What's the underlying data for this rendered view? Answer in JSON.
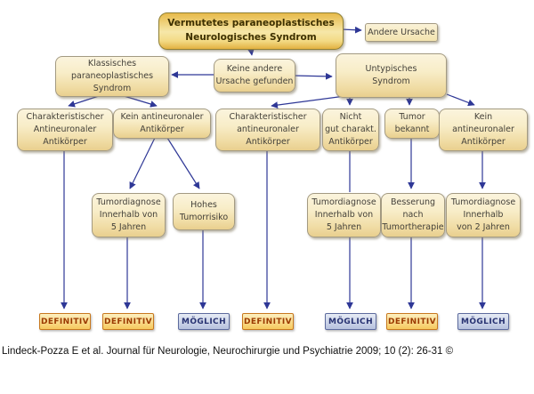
{
  "nodes": {
    "root": {
      "label": "Vermutetes paraneoplastisches\nNeurologisches Syndrom"
    },
    "andere": {
      "label": "Andere Ursache"
    },
    "klass": {
      "label": "Klassisches\nparaneoplastisches\nSyndrom"
    },
    "keine": {
      "label": "Keine andere\nUrsache gefunden"
    },
    "untyp": {
      "label": "Untypisches\nSyndrom"
    },
    "kchar": {
      "label": "Charakteristischer\nAntineuronaler\nAntikörper"
    },
    "kkein": {
      "label": "Kein antineuronaler\nAntikörper"
    },
    "uchar": {
      "label": "Charakteristischer\nantineuronaler\nAntikörper"
    },
    "unicht": {
      "label": "Nicht\ngut charakt.\nAntikörper"
    },
    "utumor": {
      "label": "Tumor\nbekannt"
    },
    "ukein": {
      "label": "Kein\nantineuronaler\nAntikörper"
    },
    "td5l": {
      "label": "Tumordiagnose\nInnerhalb von\n5 Jahren"
    },
    "hohes": {
      "label": "Hohes\nTumorrisiko"
    },
    "td5r": {
      "label": "Tumordiagnose\nInnerhalb von\n5 Jahren"
    },
    "bess": {
      "label": "Besserung\nnach\nTumortherapie"
    },
    "td2": {
      "label": "Tumordiagnose\nInnerhalb\nvon 2 Jahren"
    }
  },
  "outcomes": [
    {
      "label": "DEFINITIV",
      "kind": "definitiv"
    },
    {
      "label": "DEFINITIV",
      "kind": "definitiv"
    },
    {
      "label": "MÖGLICH",
      "kind": "moeglich"
    },
    {
      "label": "DEFINITIV",
      "kind": "definitiv"
    },
    {
      "label": "MÖGLICH",
      "kind": "moeglich"
    },
    {
      "label": "DEFINITIV",
      "kind": "definitiv"
    },
    {
      "label": "MÖGLICH",
      "kind": "moeglich"
    }
  ],
  "caption": "Lindeck-Pozza E et al. Journal für Neurologie, Neurochirurgie und Psychiatrie 2009; 10 (2): 26-31 ©",
  "colors": {
    "arrow": "#2e3796",
    "node_border": "#a39a82",
    "node_fill_top": "#fbf4dd",
    "node_fill_bottom": "#e9cf8e",
    "header_fill": "#e7ba4a",
    "definitiv_border": "#c8781e",
    "definitiv_fill": "#f6c95e",
    "definitiv_text": "#9b3a00",
    "moeglich_border": "#5d6b9e",
    "moeglich_fill": "#b6c1de",
    "moeglich_text": "#273272"
  }
}
